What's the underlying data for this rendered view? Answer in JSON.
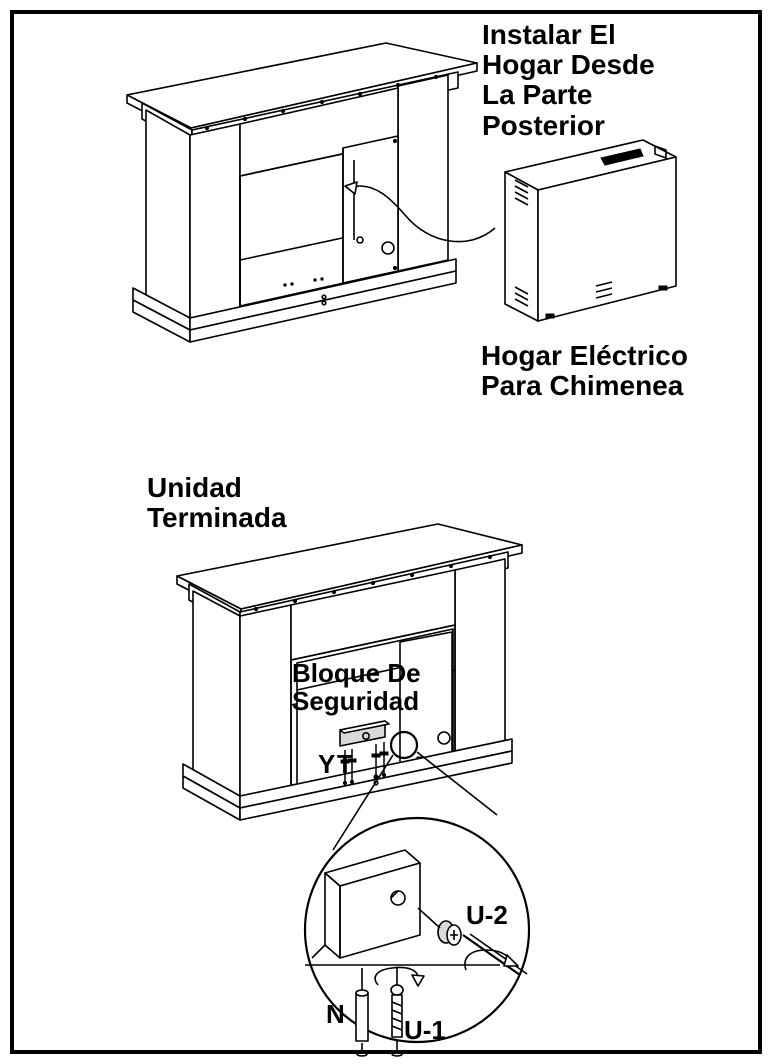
{
  "labels": {
    "install_from_back": [
      "Instalar El",
      "Hogar Desde",
      "La Parte",
      "Posterior"
    ],
    "electric_hearth": [
      "Hogar Eléctrico",
      "Para Chimenea"
    ],
    "finished_unit": [
      "Unidad",
      "Terminada"
    ],
    "safety_block": [
      "Bloque De",
      "Seguridad"
    ],
    "part_y": "Y",
    "part_t": "T",
    "part_n": "N",
    "part_u1": "U-1",
    "part_u2": "U-2"
  }
}
